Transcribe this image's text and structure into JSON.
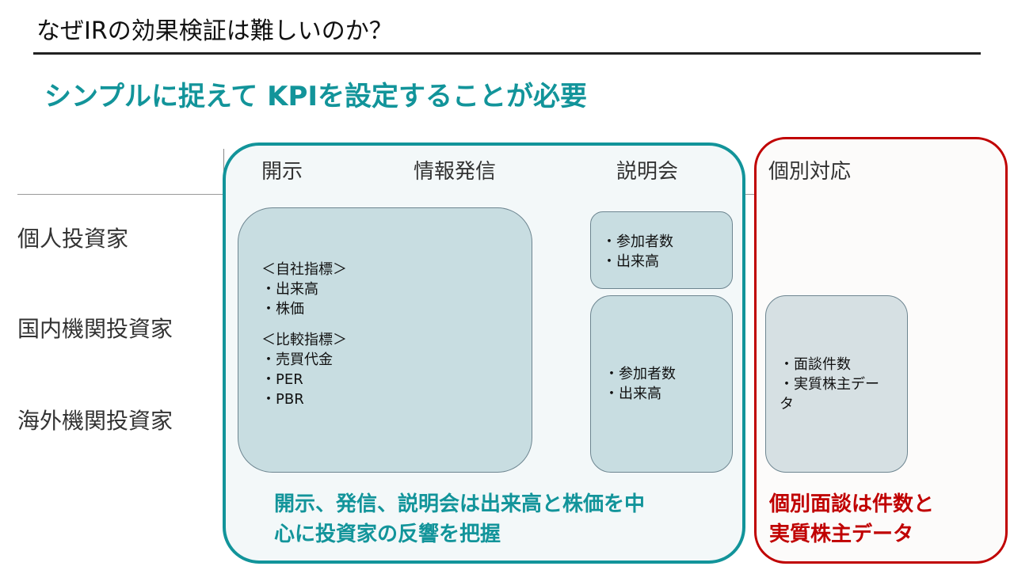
{
  "title": "なぜIRの効果検証は難しいのか？",
  "subtitle": "シンプルに捉えて KPIを設定することが必要",
  "columns": {
    "disclosure": "開示",
    "info": "情報発信",
    "briefing": "説明会",
    "individual": "個別対応"
  },
  "rows": {
    "retail": "個人投資家",
    "domestic": "国内機関投資家",
    "overseas": "海外機関投資家"
  },
  "main_box": {
    "own_header": "＜自社指標＞",
    "own_items": [
      "・出来高",
      "・株価"
    ],
    "cmp_header": "＜比較指標＞",
    "cmp_items": [
      "・売買代金",
      "・PER",
      "・PBR"
    ]
  },
  "briefing_box_1": {
    "items": [
      "・参加者数",
      "・出来高"
    ]
  },
  "briefing_box_2": {
    "items": [
      "・参加者数",
      "・出来高"
    ]
  },
  "individual_box": {
    "lines": [
      "・面談件数",
      "・実質株主デー",
      "タ"
    ]
  },
  "captions": {
    "teal_line1": "開示、発信、説明会は出来高と株価を中",
    "teal_line2": "心に投資家の反響を把握",
    "red_line1": "個別面談は件数と",
    "red_line2": "実質株主データ"
  },
  "colors": {
    "teal": "#12949a",
    "red": "#c00000",
    "box_fill": "#c8dde1"
  }
}
